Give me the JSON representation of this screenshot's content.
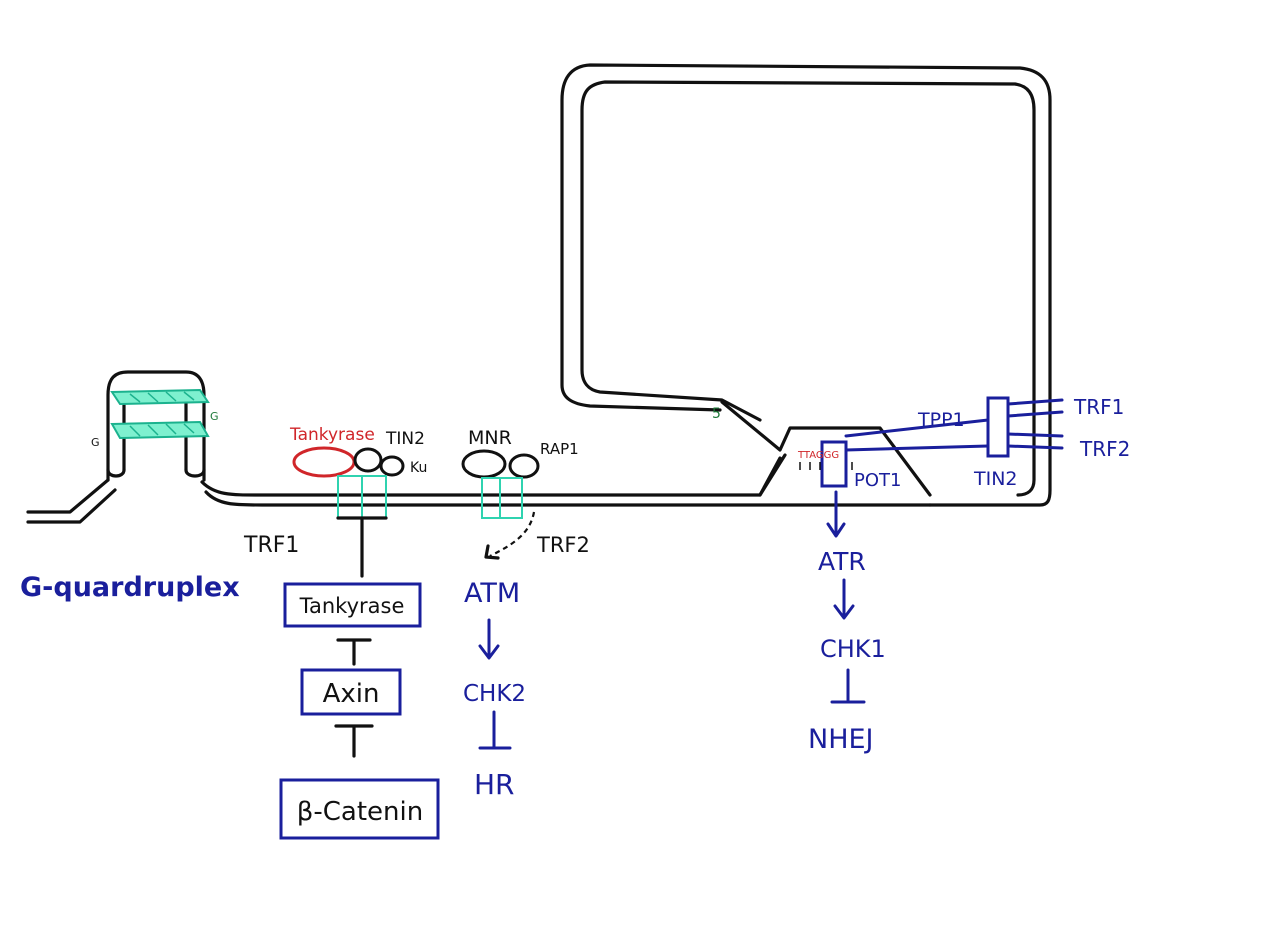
{
  "colors": {
    "dna": "#111111",
    "pathway_blue": "#1a1f9c",
    "tankyrase_red": "#d0262a",
    "teal_binding": "#2fd3b0",
    "strand_end_green": "#1f7a3a"
  },
  "labels": {
    "g_quadruplex": "G-quardruplex",
    "g_left": "G",
    "g_right": "G",
    "tankyrase_red": "Tankyrase",
    "tin2_left": "TIN2",
    "ku": "Ku",
    "mnr": "MNR",
    "rap1": "RAP1",
    "trf1_left": "TRF1",
    "trf2_mid": "TRF2",
    "five_prime": "5",
    "ttaggg": "TTAGGG",
    "pot1": "POT1",
    "tpp1": "TPP1",
    "tin2_right": "TIN2",
    "trf1_right": "TRF1",
    "trf2_right": "TRF2"
  },
  "pathway_left": {
    "tankyrase_box": "Tankyrase",
    "axin_box": "Axin",
    "catenin_box": "β-Catenin"
  },
  "pathway_mid": {
    "atm": "ATM",
    "chk2": "CHK2",
    "hr": "HR"
  },
  "pathway_right": {
    "atr": "ATR",
    "chk1": "CHK1",
    "nhej": "NHEJ"
  }
}
